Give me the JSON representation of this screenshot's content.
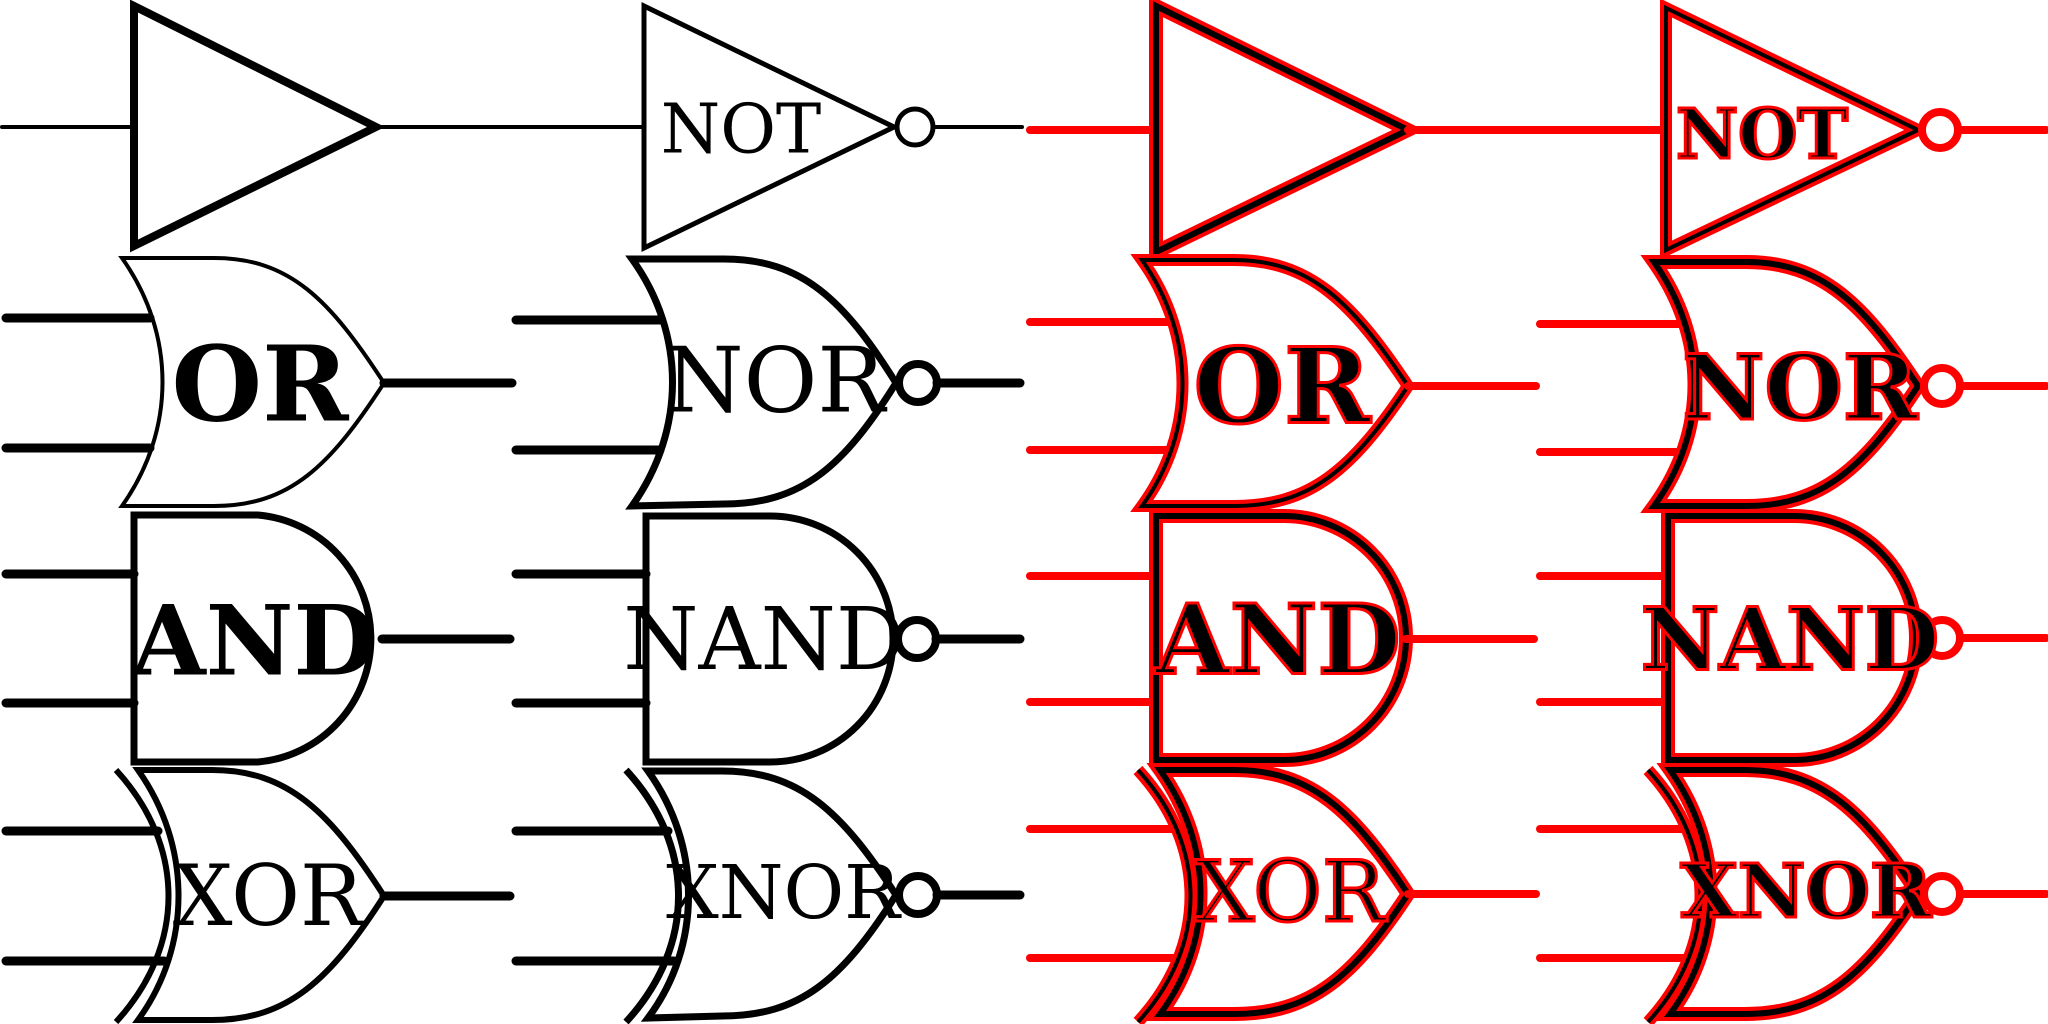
{
  "colors": {
    "black": "#000000",
    "red": "#ff0000",
    "background": "#ffffff"
  },
  "labels": {
    "buffer": "",
    "not": "NOT",
    "or": "OR",
    "nor": "NOR",
    "and": "AND",
    "nand": "NAND",
    "xor": "XOR",
    "xnor": "XNOR"
  }
}
